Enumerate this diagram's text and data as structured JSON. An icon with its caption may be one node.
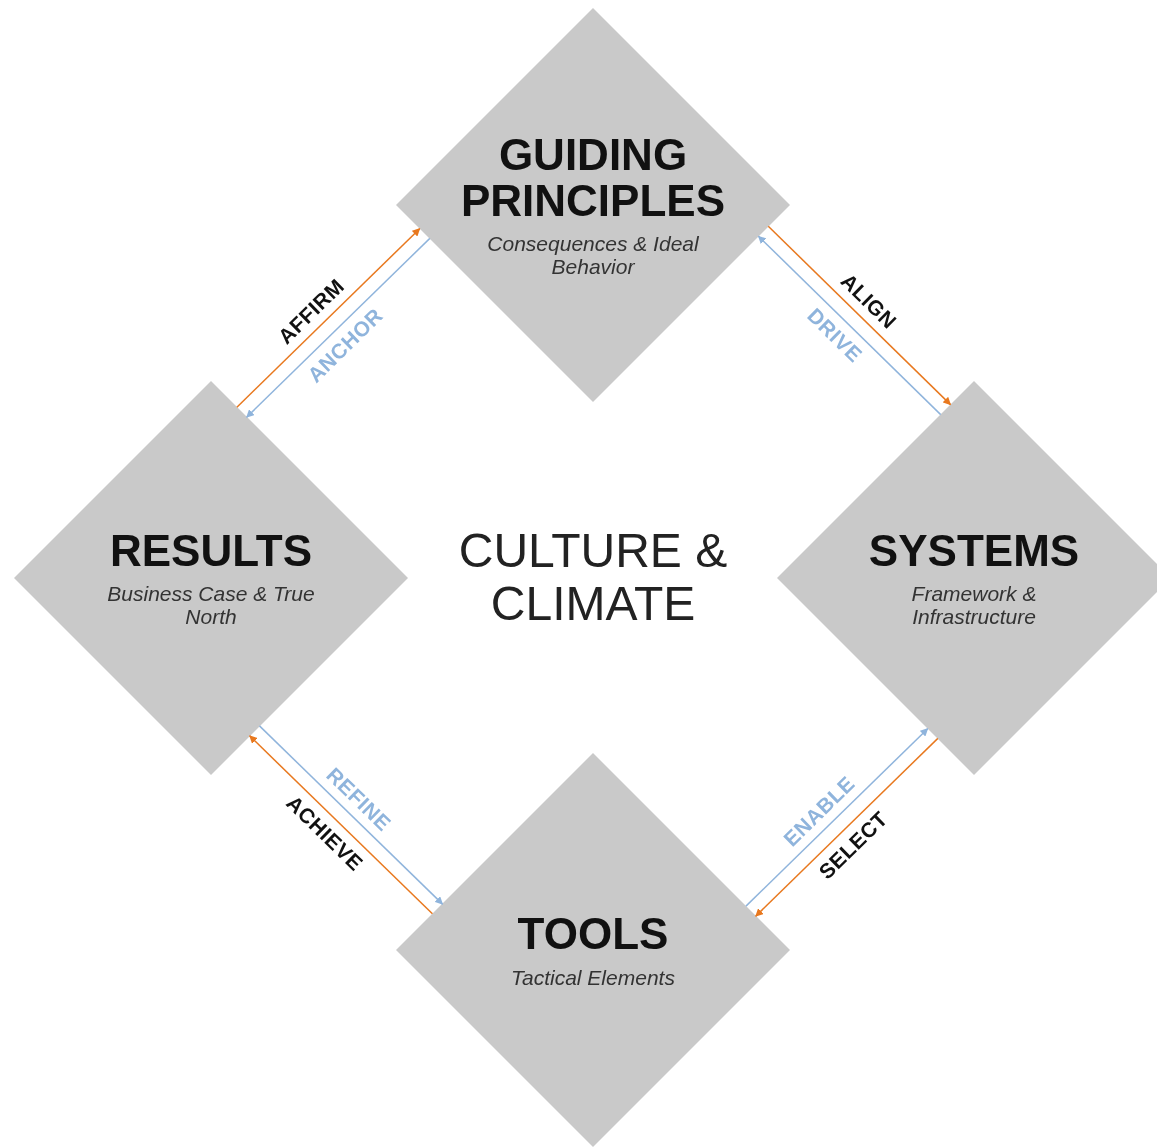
{
  "diagram": {
    "nodes": [
      {
        "text": [
          "GUIDING PRINCIPLES",
          "Consequences & Ideal Behavior"
        ]
      },
      {
        "text": [
          "RESULTS",
          "Business Case & True North"
        ]
      },
      {
        "text": [
          "SYSTEMS",
          "Framework & Infrastructure"
        ]
      },
      {
        "text": [
          "TOOLS",
          "Tactical Elements"
        ]
      }
    ],
    "edges": [
      {
        "from": 1,
        "to": 0,
        "arrow": "to",
        "label": "AFFIRM",
        "color": "#e8781e"
      },
      {
        "from": 0,
        "to": 1,
        "arrow": "to",
        "label": "ANCHOR",
        "color": "#8fb4dc"
      },
      {
        "from": 0,
        "to": 2,
        "arrow": "to",
        "label": "ALIGN",
        "color": "#e8781e"
      },
      {
        "from": 2,
        "to": 0,
        "arrow": "to",
        "label": "DRIVE",
        "color": "#8fb4dc"
      },
      {
        "from": 3,
        "to": 2,
        "arrow": "to",
        "label": "ENABLE",
        "color": "#8fb4dc"
      },
      {
        "from": 2,
        "to": 3,
        "arrow": "to",
        "label": "SELECT",
        "color": "#e8781e"
      },
      {
        "from": 1,
        "to": 3,
        "arrow": "to",
        "label": "REFINE",
        "color": "#8fb4dc"
      },
      {
        "from": 3,
        "to": 1,
        "arrow": "to",
        "label": "ACHIEVE",
        "color": "#e8781e"
      }
    ],
    "labels": [
      "CULTURE & CLIMATE"
    ]
  }
}
